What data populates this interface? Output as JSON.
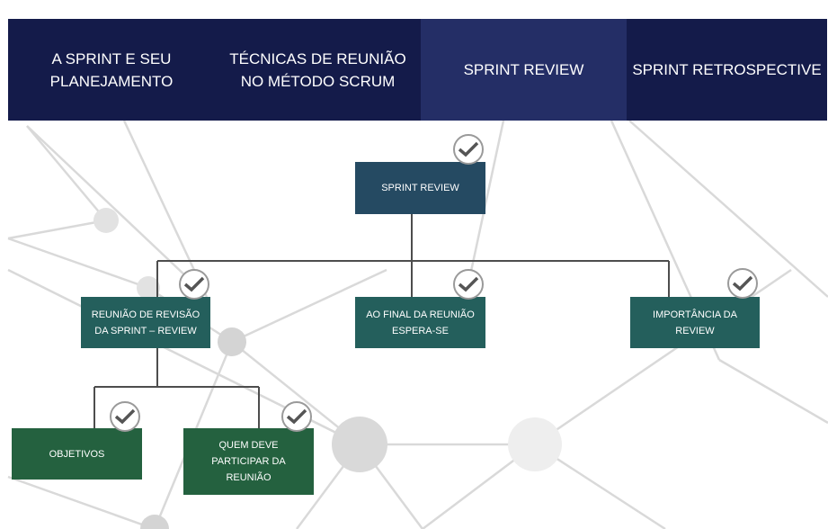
{
  "tabs": [
    {
      "label": "A SPRINT E SEU PLANEJAMENTO",
      "active": false
    },
    {
      "label": "TÉCNICAS DE REUNIÃO NO MÉTODO SCRUM",
      "active": false
    },
    {
      "label": "SPRINT REVIEW",
      "active": true
    },
    {
      "label": "SPRINT RETROSPECTIVE",
      "active": false
    }
  ],
  "tree": {
    "root": "SPRINT REVIEW",
    "level1": [
      "REUNIÃO DE REVISÃO DA SPRINT – REVIEW",
      "AO FINAL DA REUNIÃO ESPERA-SE",
      "IMPORTÂNCIA DA REVIEW"
    ],
    "level2": [
      "OBJETIVOS",
      "QUEM DEVE PARTICIPAR DA REUNIÃO"
    ]
  },
  "colors": {
    "tab_bar": "#141b4a",
    "tab_active": "#242e66",
    "node_root": "#254a62",
    "node_level1": "#245f5c",
    "node_level2": "#24613f",
    "check_border": "#9a9a9a"
  },
  "icons": {
    "visited": "check-icon"
  }
}
